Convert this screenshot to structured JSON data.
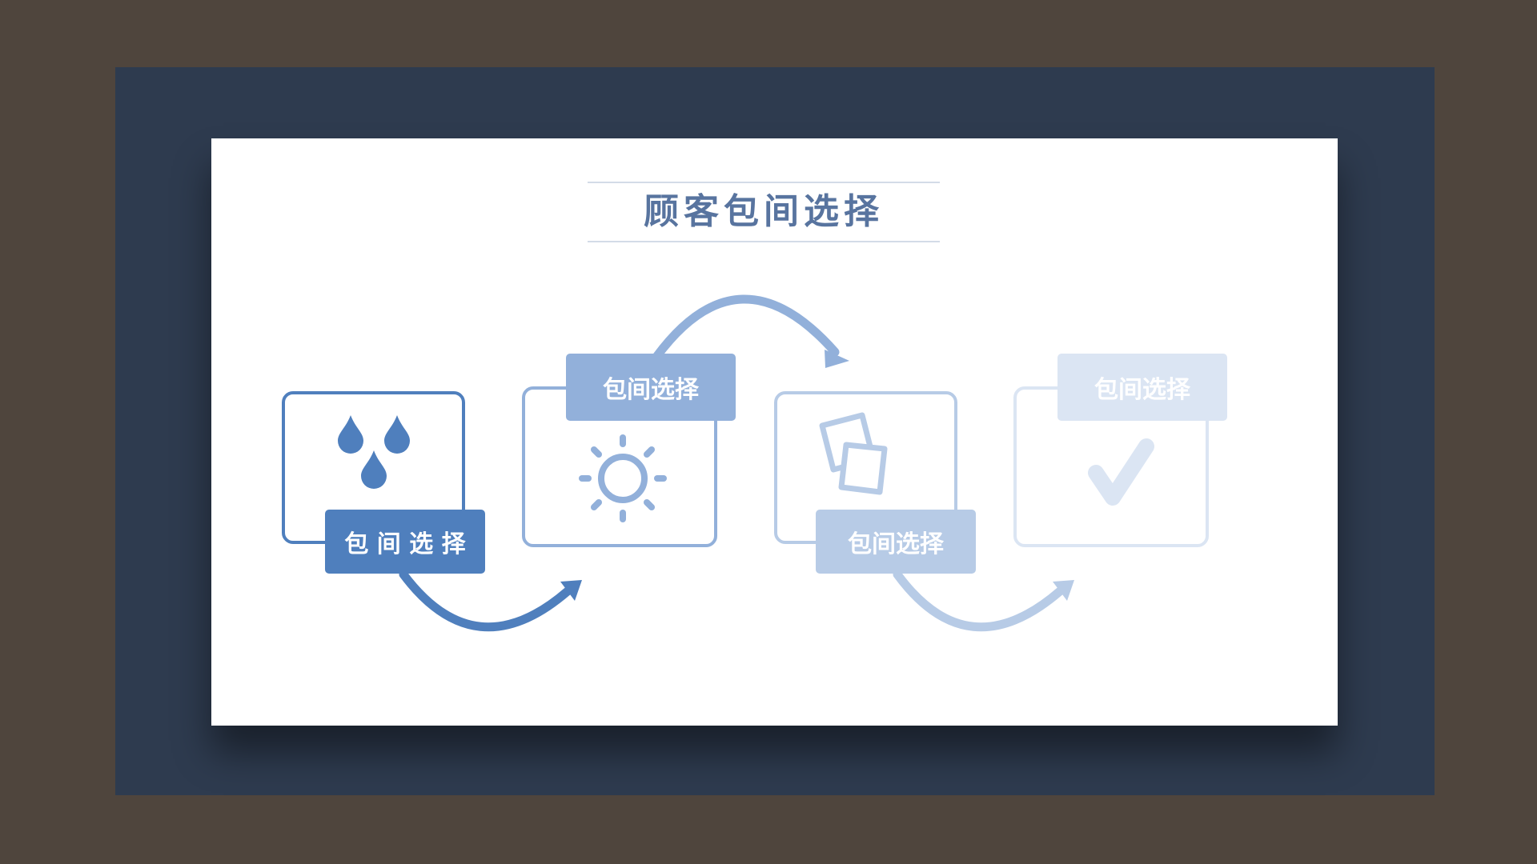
{
  "title": "顾客包间选择",
  "steps": [
    {
      "label": "包 间 选 择",
      "icon": "water-drops-icon",
      "color": "#4f7fbd"
    },
    {
      "label": "包间选择",
      "icon": "sun-icon",
      "color": "#92b0da"
    },
    {
      "label": "包间选择",
      "icon": "papers-icon",
      "color": "#b7cbe6"
    },
    {
      "label": "包间选择",
      "icon": "checkmark-icon",
      "color": "#dbe5f3"
    }
  ]
}
